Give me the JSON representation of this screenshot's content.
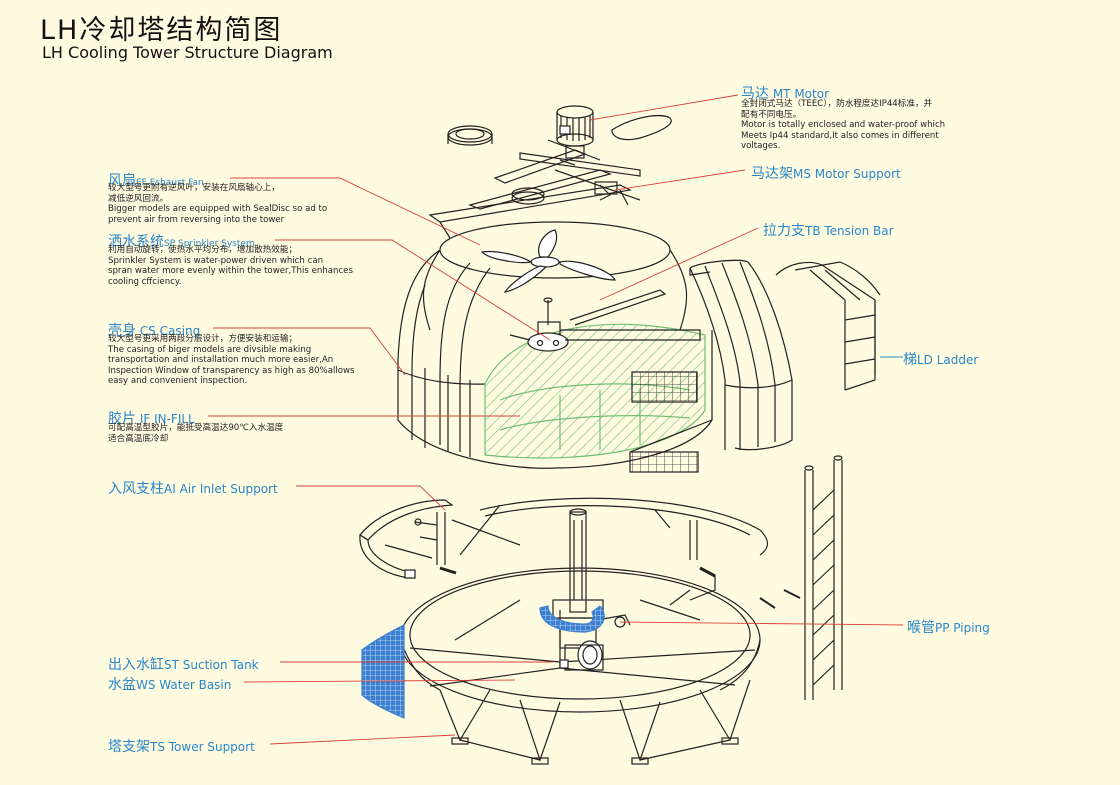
{
  "title": {
    "zh": "LH冷却塔结构简图",
    "en": "LH Cooling Tower Structure Diagram"
  },
  "colors": {
    "background": "#fffbe1",
    "label": "#2a86c8",
    "leader_line": "#d9413a",
    "fill_green": "#8cc98f",
    "louver_blue": "#3a7fd0",
    "line": "#222222"
  },
  "parts": {
    "motor": {
      "zh": "马达",
      "en": "MT Motor",
      "desc": [
        "全封闭式马达（TEEC），防水程度达IP44标准，并",
        "配有不同电压。",
        "Motor is totally enclosed and water-proof which",
        "Meets Ip44 standard,It also comes in different",
        "voltages."
      ]
    },
    "motor_support": {
      "zh": "马达架",
      "en": "MS Motor Support"
    },
    "exhaust_fan": {
      "zh": "风扇",
      "en": "EF Eshaust Fan",
      "desc": [
        "较大型号更附有逆风叶，安装在风扇轴心上，",
        "减低逆风回流。",
        "Bigger models are equipped with SealDisc so ad to",
        "prevent air from reversing into the tower"
      ]
    },
    "tension_bar": {
      "zh": "拉力支",
      "en": "TB Tension Bar"
    },
    "sprinkler": {
      "zh": "洒水系统",
      "en": "SP Sprinkler System",
      "desc": [
        "利用自动旋转，使热水平均分布，增加散热效能；",
        "Sprinkler System is water-power driven which can",
        "spran water more evenly within the tower,This enhances",
        "cooling cffciency."
      ]
    },
    "ladder": {
      "zh": "梯",
      "en": "LD Ladder"
    },
    "casing": {
      "zh": "壳身",
      "en": "CS Casing",
      "desc": [
        "较大型号更采用两段分层设计，方便安装和运输；",
        "The casing of biger models are divsible making",
        "transportation and installation much more easier,An",
        "Inspection Window of transparency as high as 80%allows",
        "easy and convenient inspection."
      ]
    },
    "infill": {
      "zh": "胶片",
      "en": "IF IN-FILL",
      "desc": [
        "可配高温型胶片，能抵受高温达90℃入水温度",
        "适合高温底冷却"
      ]
    },
    "air_inlet": {
      "zh": "入风支柱",
      "en": "AI Air Inlet Support"
    },
    "piping": {
      "zh": "喉管",
      "en": "PP Piping"
    },
    "suction_tank": {
      "zh": "出入水缸",
      "en": "ST Suction Tank"
    },
    "water_basin": {
      "zh": "水盆",
      "en": "WS Water Basin"
    },
    "tower_support": {
      "zh": "塔支架",
      "en": "TS Tower Support"
    }
  }
}
